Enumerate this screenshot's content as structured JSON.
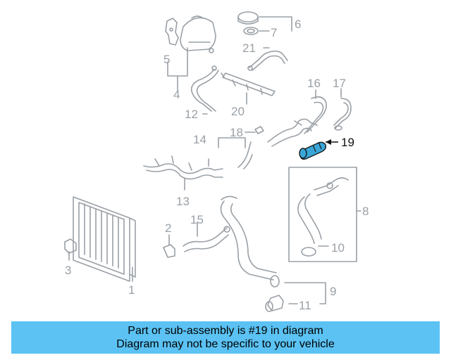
{
  "diagram": {
    "callouts": {
      "c1": "1",
      "c2": "2",
      "c3": "3",
      "c4": "4",
      "c5": "5",
      "c6": "6",
      "c7": "7",
      "c8": "8",
      "c9": "9",
      "c10": "10",
      "c11": "11",
      "c12": "12",
      "c13": "13",
      "c14": "14",
      "c15": "15",
      "c16": "16",
      "c17": "17",
      "c18": "18",
      "c19": "19",
      "c20": "20",
      "c21": "21"
    },
    "highlighted_part": "19",
    "colors": {
      "line": "#9aa0a6",
      "highlight": "#3aa6d8",
      "outline": "#1b1b1b"
    }
  },
  "banner": {
    "line1": "Part or sub-assembly is #19 in diagram",
    "line2": "Diagram may not be specific to your vehicle",
    "background": "#5bc2f3"
  }
}
